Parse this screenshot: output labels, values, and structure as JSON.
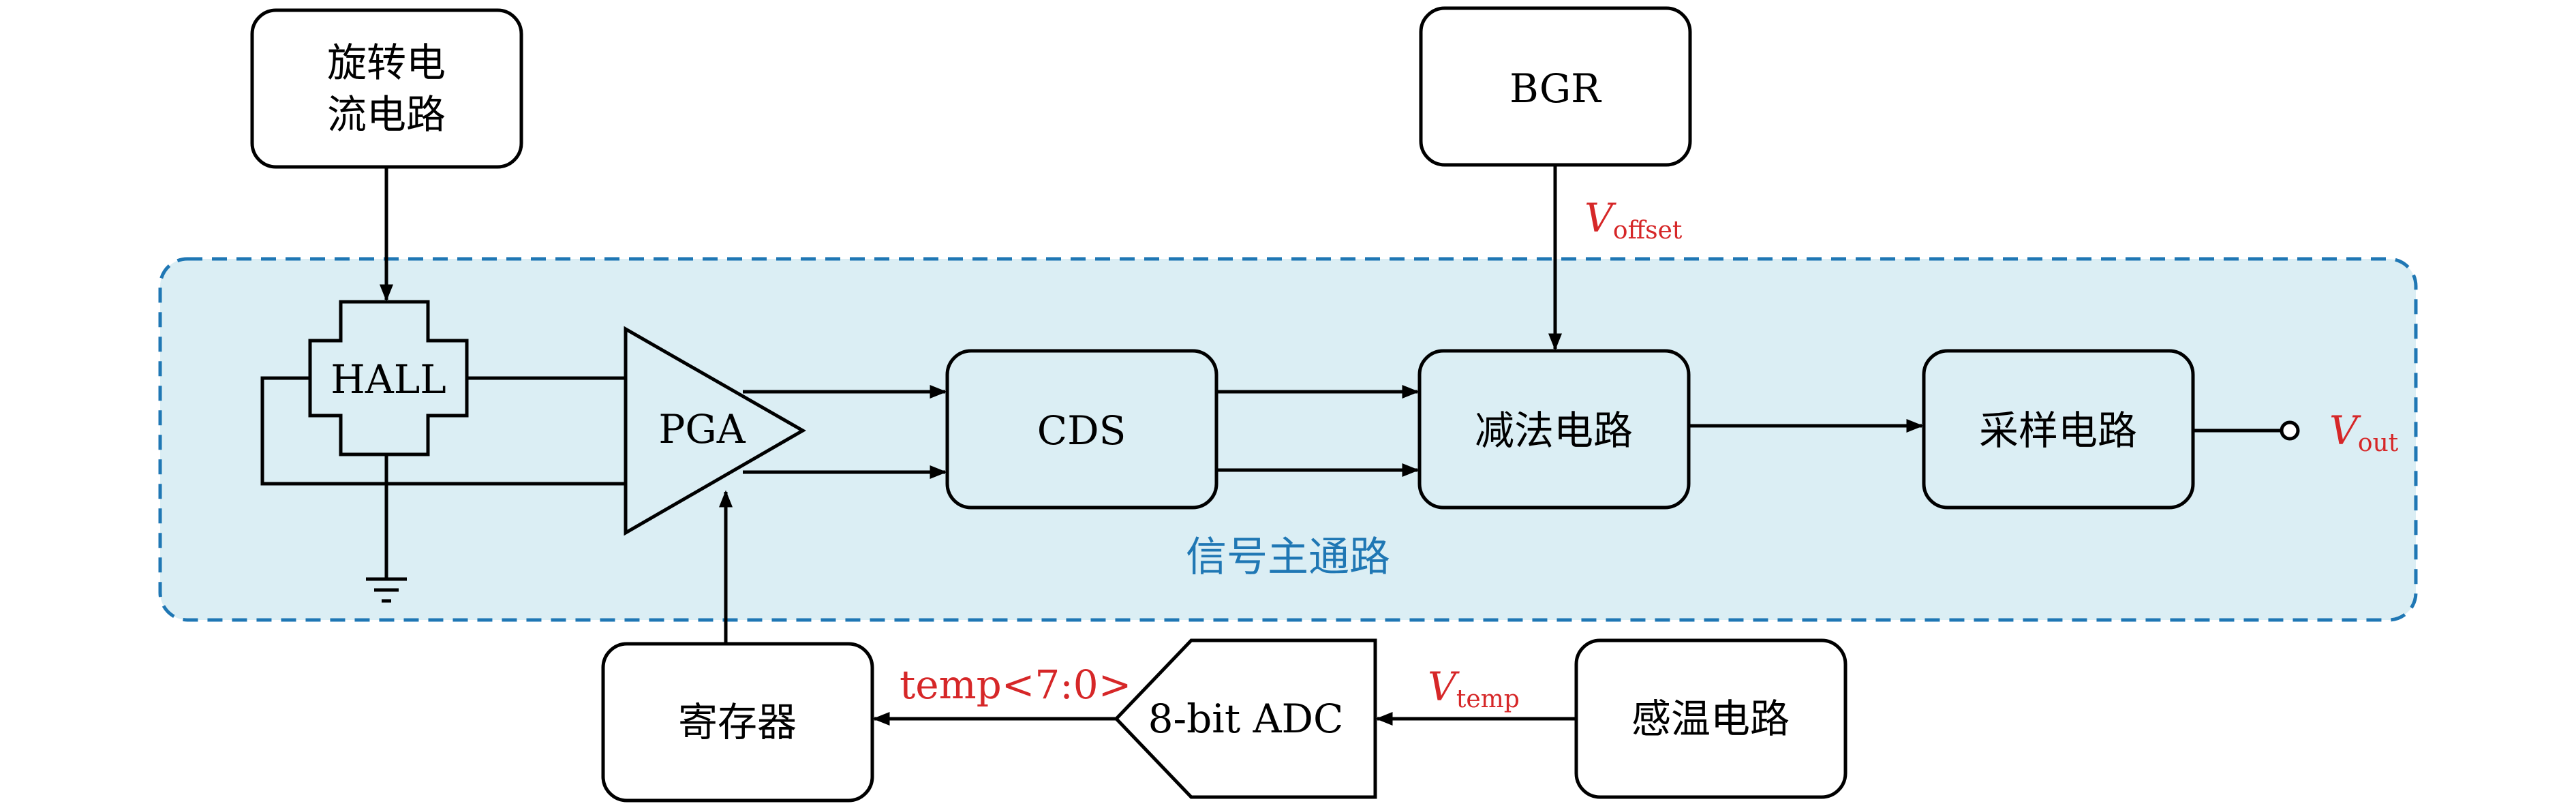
{
  "colors": {
    "region_fill": "#dbeef4",
    "region_border": "#1f77b4",
    "signal_text": "#d62728"
  },
  "blocks": {
    "spin_current": [
      "旋转电",
      "流电路"
    ],
    "bgr": "BGR",
    "hall": "HALL",
    "pga": "PGA",
    "cds": "CDS",
    "subtract": "减法电路",
    "sample": "采样电路",
    "register": "寄存器",
    "adc": "8-bit ADC",
    "temp_sense": "感温电路"
  },
  "region_label": "信号主通路",
  "signals": {
    "v_offset": {
      "main": "V",
      "sub": "offset"
    },
    "v_out": {
      "main": "V",
      "sub": "out"
    },
    "v_temp": {
      "main": "V",
      "sub": "temp"
    },
    "temp_bus": "temp<7:0>"
  }
}
